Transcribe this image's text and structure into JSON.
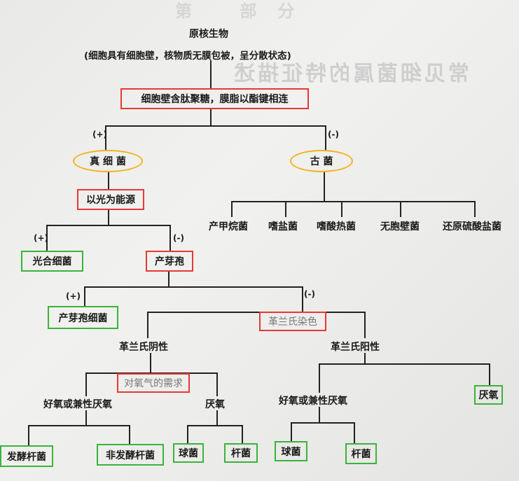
{
  "bleed_through": {
    "top": "第 部分",
    "title": "常见细菌属的特征描述"
  },
  "root": {
    "title": "原核生物",
    "description": "(细胞具有细胞壁，核物质无膜包被，呈分散状态)"
  },
  "criterion_1": "细胞壁含肽聚糖，膜脂以酯键相连",
  "signs": {
    "plus": "(+)",
    "minus": "(-)"
  },
  "eubacteria": "真 细 菌",
  "archaea": {
    "label": "古    菌",
    "children": [
      "产甲烷菌",
      "嗜盐菌",
      "嗜酸热菌",
      "无胞壁菌",
      "还原硫酸盐菌"
    ]
  },
  "criterion_light": "以光为能源",
  "photosynthetic": "光合细菌",
  "criterion_spore": "产芽孢",
  "spore_bacteria": "产芽孢细菌",
  "criterion_gram": "革兰氏染色",
  "gram_negative": {
    "label": "革兰氏阴性",
    "criterion": "对氧气的需求",
    "aerobic": {
      "label": "好氧或兼性厌氧",
      "children": [
        "发酵杆菌",
        "非发酵杆菌"
      ]
    },
    "anaerobic": {
      "label": "厌氧",
      "children": [
        "球菌",
        "杆菌"
      ]
    }
  },
  "gram_positive": {
    "label": "革兰氏阳性",
    "aerobic": {
      "label": "好氧或兼性厌氧",
      "children": [
        "球菌",
        "杆菌"
      ]
    },
    "anaerobic": "厌氧"
  },
  "colors": {
    "criterion_box": "#e53935",
    "leaf_box": "#3bb33b",
    "kingdom_oval": "#f2b320"
  }
}
